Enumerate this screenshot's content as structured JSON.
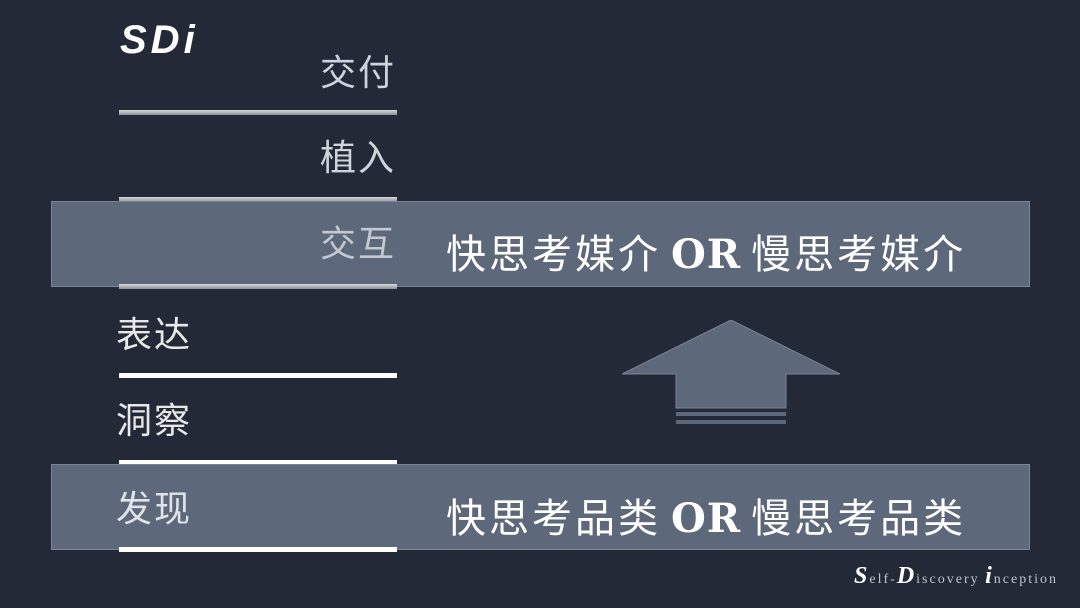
{
  "logo": "SDi",
  "levels": {
    "jiaofu": "交付",
    "zhiru": "植入",
    "jiaohu": "交互",
    "biaoda": "表达",
    "dongcha": "洞察",
    "faxian": "发现"
  },
  "bands": {
    "top": {
      "left": "快思考媒介",
      "or": "OR",
      "right": "慢思考媒介"
    },
    "bottom": {
      "left": "快思考品类",
      "or": "OR",
      "right": "慢思考品类"
    }
  },
  "footer": {
    "s_cap": "S",
    "s_rest": "elf-",
    "d_cap": "D",
    "d_rest": "iscovery",
    "i_cap": "i",
    "i_rest": "nception"
  },
  "colors": {
    "background": "#232937",
    "band": "#5e687b",
    "arrow": "#5e687b"
  },
  "icons": [
    "up-arrow-icon"
  ]
}
